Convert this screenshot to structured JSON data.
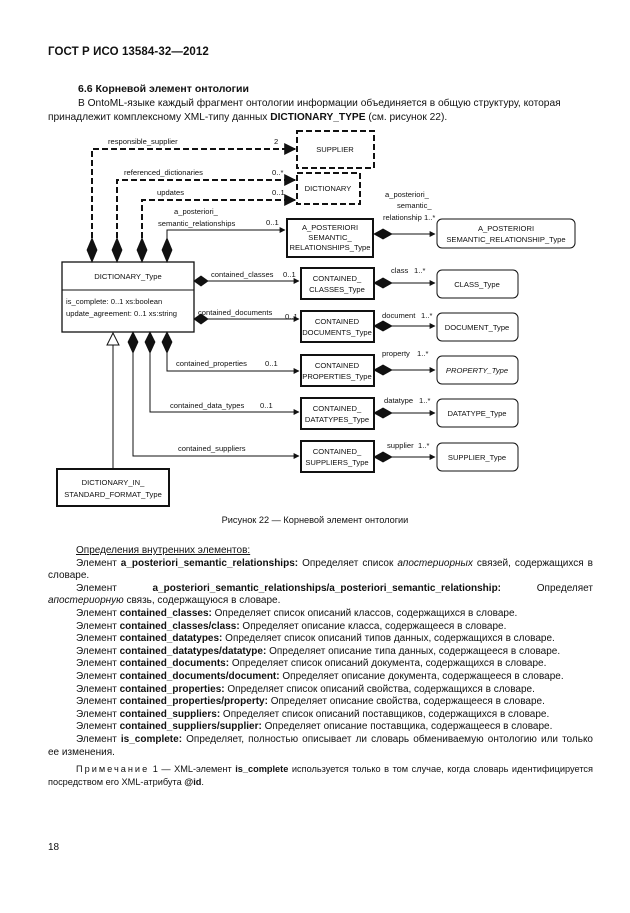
{
  "header": {
    "standard": "ГОСТ Р ИСО 13584-32—2012"
  },
  "section": {
    "title": "6.6 Корневой элемент онтологии",
    "intro_before": "В OntoML-языке каждый фрагмент онтологии информации объединяется в общую структуру, которая принадлежит комплексному XML-типу данных ",
    "intro_type": "DICTIONARY_TYPE",
    "intro_after": " (см. рисунок 22)."
  },
  "diagram": {
    "boxes": {
      "supplier": "SUPPLIER",
      "dictionary": "DICTIONARY",
      "dictionary_type": "DICTIONARY_Type",
      "attr1": "is_complete: 0..1 xs:boolean",
      "attr2": "update_agreement: 0..1 xs:string",
      "dict_in_std_1": "DICTIONARY_IN_",
      "dict_in_std_2": "STANDARD_FORMAT_Type",
      "apsr_1": "A_POSTERIORI",
      "apsr_2": "SEMANTIC_",
      "apsr_3": "RELATIONSHIPS_Type",
      "cc_1": "CONTAINED_",
      "cc_2": "CLASSES_Type",
      "cd_1": "CONTAINED",
      "cd_2": "DOCUMENTS_Type",
      "cp_1": "CONTAINED",
      "cp_2": "PROPERTIES_Type",
      "cdt_1": "CONTAINED_",
      "cdt_2": "DATATYPES_Type",
      "cs_1": "CONTAINED_",
      "cs_2": "SUPPLIERS_Type",
      "apr_1": "A_POSTERIORI",
      "apr_2": "SEMANTIC_RELATIONSHIP_Type",
      "class_type": "CLASS_Type",
      "document_type": "DOCUMENT_Type",
      "property_type": "PROPERTY_Type",
      "datatype_type": "DATATYPE_Type",
      "supplier_type": "SUPPLIER_Type"
    },
    "labels": {
      "responsible_supplier": "responsible_supplier",
      "referenced_dictionaries": "referenced_dictionaries",
      "updates": "updates",
      "aps_1": "a_posteriori_",
      "aps_2": "semantic_relationships",
      "aps_r1": "a_posteriori_",
      "aps_r2": "semantic_",
      "aps_r3": "relationship 1..*",
      "contained_classes": "contained_classes",
      "contained_documents": "contained_documents",
      "contained_properties": "contained_properties",
      "contained_data_types": "contained_data_types",
      "contained_suppliers": "contained_suppliers",
      "class": "class",
      "document": "document",
      "property": "property",
      "datatype": "datatype",
      "supplier": "supplier"
    },
    "mult": {
      "two": "2",
      "zero_many": "0..*",
      "zero_one": "0..1",
      "one_many": "1..*"
    }
  },
  "caption": "Рисунок 22 — Корневой элемент онтологии",
  "definitions_title": "Определения внутренних элементов:",
  "definitions": [
    {
      "prefix": "Элемент ",
      "term": "a_posteriori_semantic_relationships:",
      "text1": " Определяет список ",
      "italic": "апостериорных",
      "text2": " связей, содержащихся в словаре."
    },
    {
      "prefix": "Элемент ",
      "term": "a_posteriori_semantic_relationships/a_posteriori_semantic_relationship:",
      "text1": " Определяет ",
      "italic": "апостериорную",
      "text2": " связь, содержащуюся в словаре."
    },
    {
      "prefix": "Элемент ",
      "term": "contained_classes:",
      "text1": " Определяет список описаний классов, содержащихся в словаре.",
      "italic": "",
      "text2": ""
    },
    {
      "prefix": "Элемент ",
      "term": "contained_classes/class:",
      "text1": " Определяет описание класса, содержащееся в словаре.",
      "italic": "",
      "text2": ""
    },
    {
      "prefix": "Элемент ",
      "term": "contained_datatypes:",
      "text1": " Определяет список описаний типов данных, содержащихся в словаре.",
      "italic": "",
      "text2": ""
    },
    {
      "prefix": "Элемент ",
      "term": "contained_datatypes/datatype:",
      "text1": " Определяет описание типа данных, содержащееся в словаре.",
      "italic": "",
      "text2": ""
    },
    {
      "prefix": "Элемент ",
      "term": "contained_documents:",
      "text1": " Определяет список описаний документа, содержащихся в словаре.",
      "italic": "",
      "text2": ""
    },
    {
      "prefix": "Элемент ",
      "term": "contained_documents/document:",
      "text1": " Определяет описание документа, содержащееся в словаре.",
      "italic": "",
      "text2": ""
    },
    {
      "prefix": "Элемент ",
      "term": "contained_properties:",
      "text1": " Определяет список описаний свойства, содержащихся в словаре.",
      "italic": "",
      "text2": ""
    },
    {
      "prefix": "Элемент ",
      "term": "contained_properties/property:",
      "text1": " Определяет описание свойства, содержащееся в словаре.",
      "italic": "",
      "text2": ""
    },
    {
      "prefix": "Элемент ",
      "term": "contained_suppliers:",
      "text1": " Определяет список описаний поставщиков, содержащихся в словаре.",
      "italic": "",
      "text2": ""
    },
    {
      "prefix": "Элемент ",
      "term": "contained_suppliers/supplier:",
      "text1": " Определяет описание поставщика, содержащееся в словаре.",
      "italic": "",
      "text2": ""
    },
    {
      "prefix": "Элемент ",
      "term": "is_complete:",
      "text1": " Определяет, полностью описывает ли словарь обмениваемую онтологию или только ее изменения.",
      "italic": "",
      "text2": ""
    }
  ],
  "note": {
    "label": "Примечание",
    "number": " 1 — XML-элемент ",
    "term1": "is_complete",
    "text1": " используется только в том случае, когда словарь идентифицируется посредством его XML-атрибута ",
    "term2": "@id",
    "text2": "."
  },
  "page_number": "18"
}
